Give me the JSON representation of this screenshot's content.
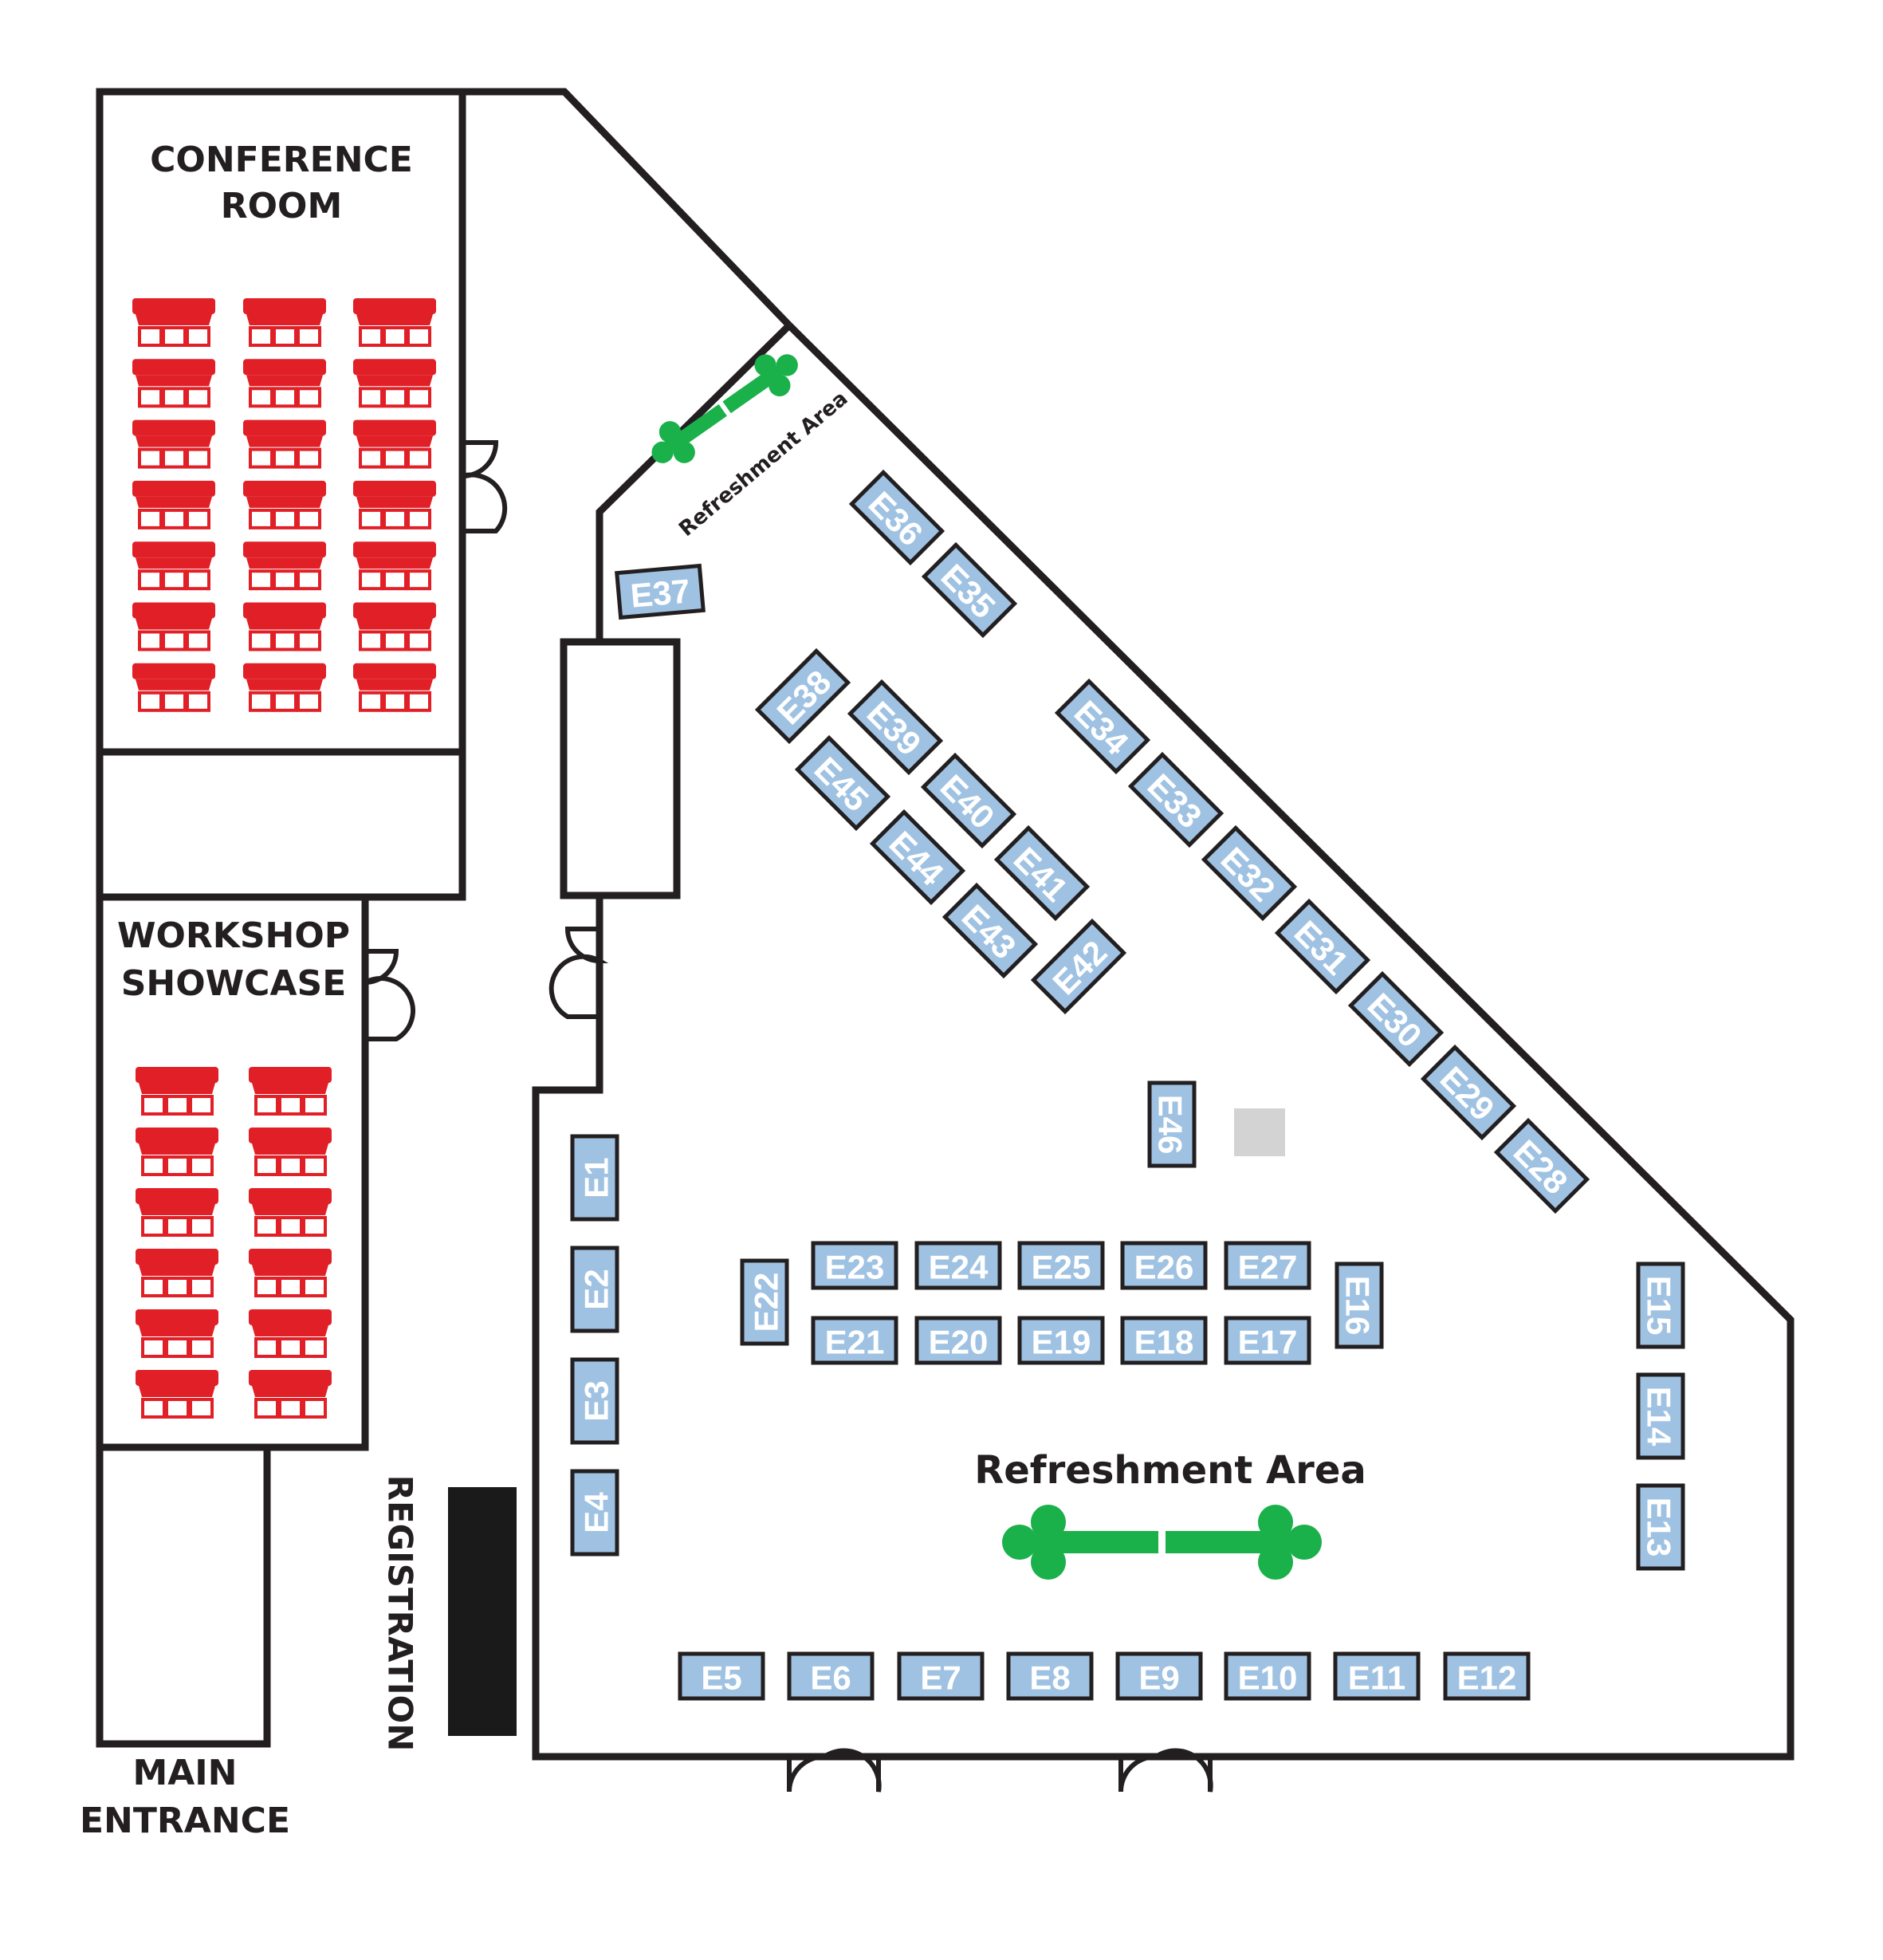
{
  "colors": {
    "wall": "#231f20",
    "booth_fill": "#9fc2e3",
    "seating": "#e11f26",
    "refreshment": "#1ab04a",
    "registration_desk": "#1a1a1a",
    "placeholder_square": "#d3d3d3"
  },
  "rooms": {
    "conference_line1": "CONFERENCE",
    "conference_line2": "ROOM",
    "workshop_line1": "WORKSHOP",
    "workshop_line2": "SHOWCASE",
    "entrance_line1": "MAIN",
    "entrance_line2": "ENTRANCE",
    "registration": "REGISTRATION"
  },
  "refreshment": {
    "main_label": "Refreshment Area",
    "corner_label": "Refreshment Area"
  },
  "booths": [
    "E1",
    "E2",
    "E3",
    "E4",
    "E5",
    "E6",
    "E7",
    "E8",
    "E9",
    "E10",
    "E11",
    "E12",
    "E13",
    "E14",
    "E15",
    "E16",
    "E17",
    "E18",
    "E19",
    "E20",
    "E21",
    "E22",
    "E23",
    "E24",
    "E25",
    "E26",
    "E27",
    "E28",
    "E29",
    "E30",
    "E31",
    "E32",
    "E33",
    "E34",
    "E35",
    "E36",
    "E37",
    "E38",
    "E39",
    "E40",
    "E41",
    "E42",
    "E43",
    "E44",
    "E45",
    "E46"
  ],
  "seating": {
    "conference_rows": 7,
    "conference_cols": 3,
    "workshop_rows": 6,
    "workshop_cols": 2
  }
}
